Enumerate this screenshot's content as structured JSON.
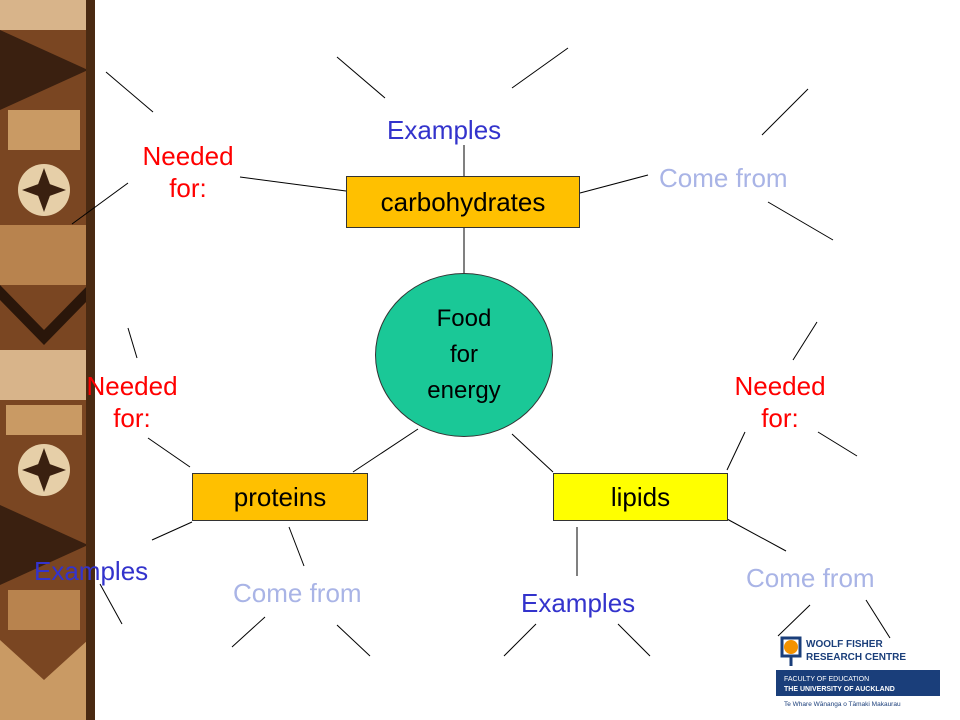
{
  "center": {
    "lines": [
      "Food",
      "for",
      "energy"
    ],
    "color": "#1ac897"
  },
  "nodes": {
    "carbohydrates": {
      "label": "carbohydrates",
      "color": "#ffc000"
    },
    "proteins": {
      "label": "proteins",
      "color": "#ffc000"
    },
    "lipids": {
      "label": "lipids",
      "color": "#ffff00"
    }
  },
  "labels": {
    "examples": "Examples",
    "come_from": "Come from",
    "needed_for": [
      "Needed",
      "for:"
    ]
  },
  "logo": {
    "title_line1": "WOOLF FISHER",
    "title_line2": "RESEARCH CENTRE",
    "faculty": "FACULTY OF EDUCATION",
    "university": "THE UNIVERSITY OF AUCKLAND",
    "maori": "Te Whare Wānanga o Tāmaki Makaurau",
    "orange": "#f39200",
    "navy": "#1a3e7a"
  }
}
